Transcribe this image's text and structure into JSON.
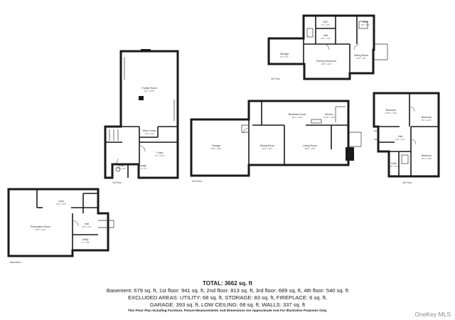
{
  "summary": {
    "total": "TOTAL: 3662 sq. ft",
    "line1": "Basement: 679 sq. ft, 1st floor: 941 sq. ft, 2nd floor: 813 sq. ft, 3rd floor: 689 sq. ft, 4th floor: 540 sq. ft",
    "line2": "EXCLUDED AREAS: UTILITY: 68 sq. ft, STORAGE: 83 sq. ft, FIREPLACE: 6 sq. ft,",
    "line3": "GARAGE: 393 sq. ft, LOW CEILING: 68 sq. ft, WALLS: 337 sq. ft",
    "disclaimer": "This Floor Plan Including Furniture, Fixture Measurements And Dimensions Are Approximate And For Illustrative Purposes Only."
  },
  "watermark": "OneKey MLS",
  "floors": {
    "basement": "Basement",
    "first": "1st Floor",
    "second": "2nd Floor",
    "third": "3rd Floor",
    "fourth": "4th Floor"
  },
  "rooms": {
    "recreation": {
      "name": "Recreation Room",
      "dim": "30'8\" x 15'6\""
    },
    "gym": {
      "name": "Gym",
      "dim": "12'1\" x 8'8\""
    },
    "hall_b": {
      "name": "Hall",
      "dim": "10'9\" x 6'4\""
    },
    "utility": {
      "name": "Utility",
      "dim": "7'1\" x 5'8\""
    },
    "family": {
      "name": "Family Room",
      "dim": "19'1\" x 26'6\""
    },
    "wine": {
      "name": "Wine Cellar",
      "dim": "7'10\" x 4'0\""
    },
    "foyer": {
      "name": "Foyer",
      "dim": "8'7\" x 12'1\""
    },
    "bath1": {
      "name": "Bath",
      "dim": "5'1\" x 4'6\""
    },
    "storage1": {
      "name": "Storage",
      "dim": "6'10\" x 4'7\""
    },
    "garage": {
      "name": "Garage",
      "dim": "20'0\" x 19'6\""
    },
    "dining": {
      "name": "Dining Room",
      "dim": "15'2\" x 15'2\""
    },
    "breakfast": {
      "name": "Breakfast Nook",
      "dim": "12'0\" x 10'2\""
    },
    "kitchen": {
      "name": "Kitchen",
      "dim": "13'10\" x 10'6\""
    },
    "living": {
      "name": "Living Room",
      "dim": "18'2\" x 15'3\""
    },
    "bed1": {
      "name": "Bedroom",
      "dim": "10'10\" x 13'6\""
    },
    "bed2": {
      "name": "Bedroom",
      "dim": "9'1\" x 13'0\""
    },
    "bed3": {
      "name": "Bedroom",
      "dim": "13'1\" x 10'4\""
    },
    "hall3": {
      "name": "Hall",
      "dim": "10'1\" x 5'7\""
    },
    "bath3": {
      "name": "Bath",
      "dim": "8'0\" x 5'6\""
    },
    "storage4": {
      "name": "Storage",
      "dim": "7'8\" x 6'3\""
    },
    "primary": {
      "name": "Primary Bedroom",
      "dim": "14'5\" x 13'2\""
    },
    "sitting": {
      "name": "Sitting Room",
      "dim": "10'3\" x 9'6\""
    },
    "wic": {
      "name": "W/C",
      "dim": "6'7\" x 4'6\""
    },
    "hall4": {
      "name": "Hall",
      "dim": "10'3\" x 3'6\""
    },
    "bath4": {
      "name": "Bath",
      "dim": "9'6\" x 6'4\""
    }
  }
}
